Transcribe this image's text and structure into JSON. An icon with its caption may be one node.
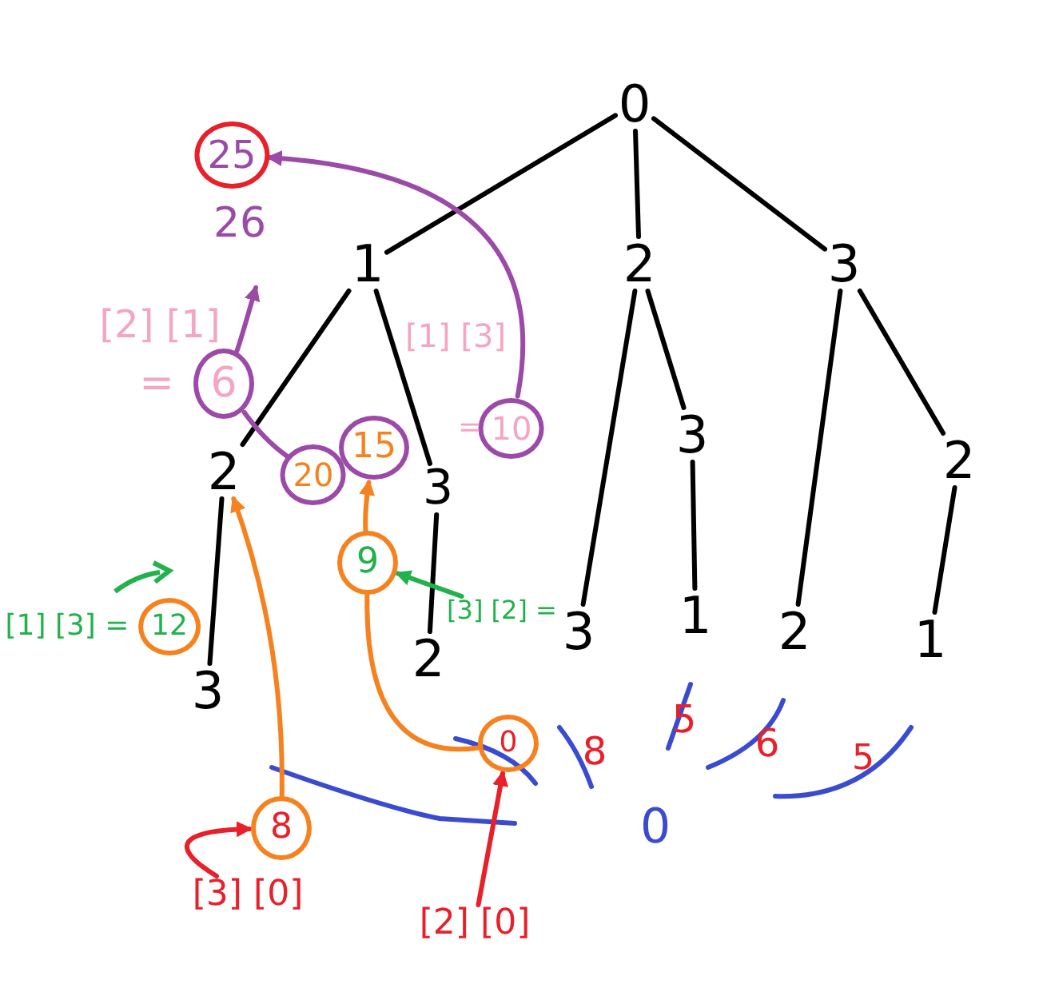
{
  "diagram": {
    "nodes": [
      {
        "text": [
          "0"
        ]
      },
      {
        "text": [
          "1"
        ]
      },
      {
        "text": [
          "2"
        ]
      },
      {
        "text": [
          "3"
        ]
      },
      {
        "text": [
          "2"
        ]
      },
      {
        "text": [
          "3"
        ]
      },
      {
        "text": [
          "3"
        ]
      },
      {
        "text": [
          "3"
        ]
      },
      {
        "text": [
          "2"
        ]
      },
      {
        "text": [
          "2"
        ]
      },
      {
        "text": [
          "3"
        ]
      },
      {
        "text": [
          "2"
        ]
      },
      {
        "text": [
          "1"
        ]
      },
      {
        "text": [
          "1"
        ]
      },
      {
        "text": [
          "25"
        ]
      },
      {
        "text": [
          "6"
        ]
      },
      {
        "text": [
          "20"
        ]
      },
      {
        "text": [
          "10"
        ]
      },
      {
        "text": [
          "15"
        ]
      },
      {
        "text": [
          "9"
        ]
      },
      {
        "text": [
          "12"
        ]
      },
      {
        "text": [
          "8"
        ]
      },
      {
        "text": [
          "0"
        ]
      },
      {
        "text": [
          "[3] [0]"
        ]
      },
      {
        "text": [
          "[2] [0]"
        ]
      },
      {
        "text": [
          "[1] [3] ="
        ]
      },
      {
        "text": [
          "[3] [2] ="
        ]
      }
    ],
    "edges": [
      {
        "from": 0,
        "to": 1,
        "arrow": "none"
      },
      {
        "from": 0,
        "to": 2,
        "arrow": "none"
      },
      {
        "from": 0,
        "to": 3,
        "arrow": "none"
      },
      {
        "from": 1,
        "to": 4,
        "arrow": "none"
      },
      {
        "from": 1,
        "to": 5,
        "arrow": "none"
      },
      {
        "from": 2,
        "to": 6,
        "arrow": "none"
      },
      {
        "from": 2,
        "to": 7,
        "arrow": "none"
      },
      {
        "from": 3,
        "to": 8,
        "arrow": "none"
      },
      {
        "from": 3,
        "to": 9,
        "arrow": "none"
      },
      {
        "from": 4,
        "to": 10,
        "arrow": "none"
      },
      {
        "from": 5,
        "to": 11,
        "arrow": "none"
      },
      {
        "from": 7,
        "to": 12,
        "arrow": "none"
      },
      {
        "from": 9,
        "to": 13,
        "arrow": "none"
      },
      {
        "from": 15,
        "to": null,
        "arrow": "to",
        "color": "#9b4aa8"
      },
      {
        "from": 17,
        "to": 14,
        "arrow": "to",
        "color": "#9b4aa8"
      },
      {
        "from": 15,
        "to": 16,
        "arrow": "none",
        "color": "#9b4aa8"
      },
      {
        "from": 21,
        "to": 4,
        "arrow": "to",
        "color": "#f5821f"
      },
      {
        "from": 22,
        "to": 19,
        "arrow": "none",
        "color": "#f5821f"
      },
      {
        "from": 19,
        "to": 18,
        "arrow": "to",
        "color": "#f5821f"
      },
      {
        "from": 23,
        "to": 21,
        "arrow": "to",
        "color": "#e8202a"
      },
      {
        "from": 24,
        "to": 22,
        "arrow": "to",
        "color": "#e8202a"
      },
      {
        "from": 26,
        "to": 19,
        "arrow": "to",
        "color": "#22b14c"
      }
    ],
    "labels": [
      "26",
      "[2] [1]",
      "=",
      "[1] [3]",
      "=",
      "8",
      "5",
      "6",
      "5",
      "0"
    ]
  }
}
